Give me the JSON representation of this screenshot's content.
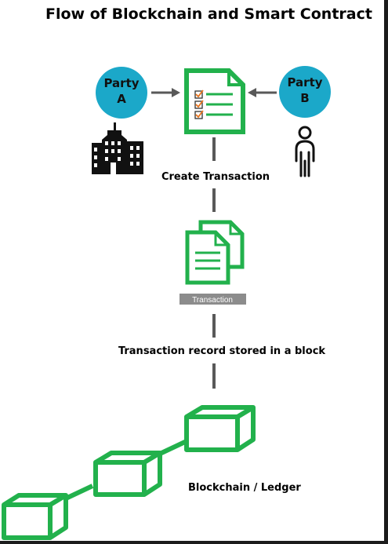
{
  "title": "Flow of Blockchain and Smart Contract",
  "party_a": {
    "word": "Party",
    "letter": "A",
    "icon": "building-icon"
  },
  "party_b": {
    "word": "Party",
    "letter": "B",
    "icon": "person-icon"
  },
  "contract": {
    "icon": "checklist-document-icon"
  },
  "create_label": "Create Transaction",
  "transaction": {
    "icon": "documents-icon",
    "tag": "Transaction"
  },
  "record_label": "Transaction record stored in a block",
  "ledger_label": "Blockchain / Ledger",
  "colors": {
    "party_circle": "#1ba8c9",
    "green": "#22b14c",
    "arrow": "#595959",
    "tag_bg": "#8c8c8c",
    "text": "#000000"
  }
}
